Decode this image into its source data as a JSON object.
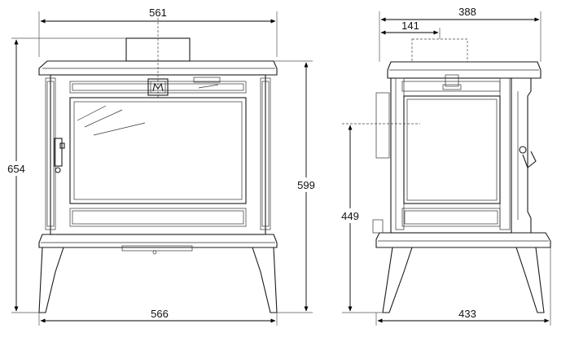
{
  "front_view": {
    "dimensions": {
      "top_width": "561",
      "total_height": "654",
      "body_height": "599",
      "base_width": "566"
    }
  },
  "side_view": {
    "dimensions": {
      "total_depth": "388",
      "flue_offset": "141",
      "flue_center_height": "449",
      "base_depth": "433"
    }
  }
}
